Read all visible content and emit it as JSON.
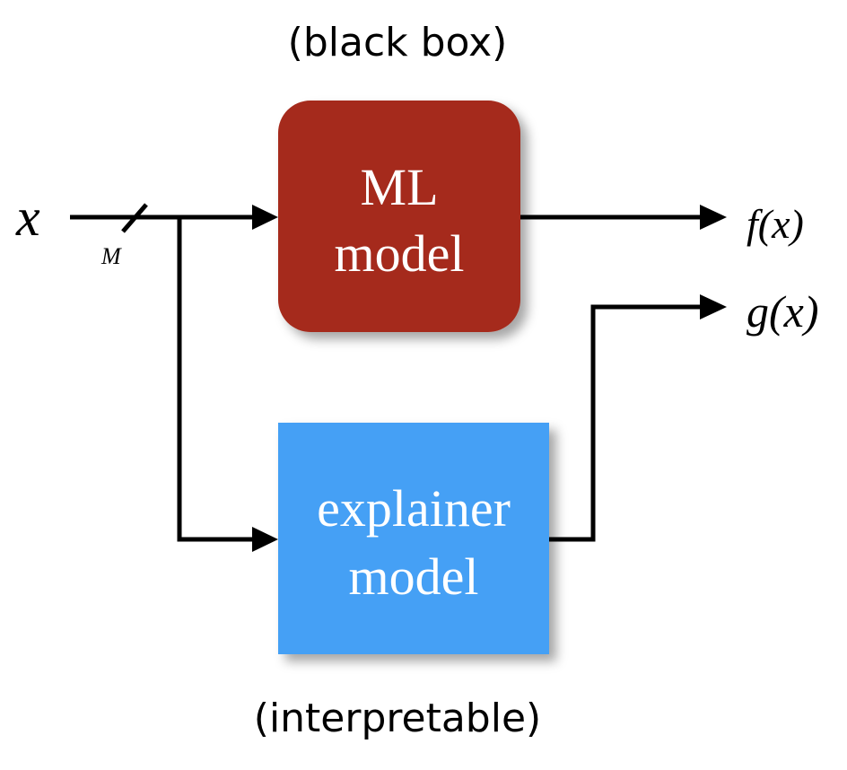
{
  "labels": {
    "top_caption": "(black box)",
    "bottom_caption": "(interpretable)",
    "input": "x",
    "bus_width": "M",
    "output_f": "f(x)",
    "output_g": "g(x)"
  },
  "blocks": {
    "ml_model": {
      "line1": "ML",
      "line2": "model",
      "color": "#A52A1A"
    },
    "explainer_model": {
      "line1": "explainer",
      "line2": "model",
      "color": "#45A0F5"
    }
  }
}
